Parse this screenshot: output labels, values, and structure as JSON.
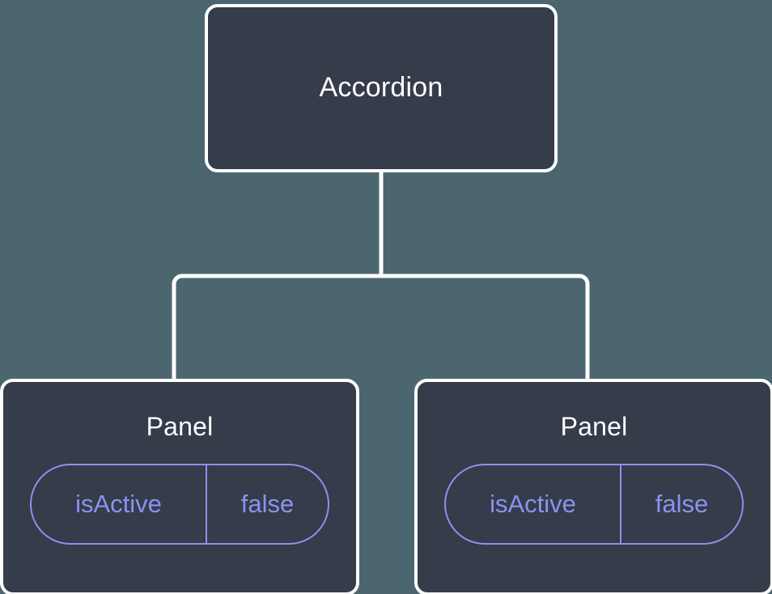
{
  "diagram": {
    "type": "component-tree",
    "background_color": "#4c6670",
    "node_fill_color": "#353c4a",
    "node_border_color": "#ffffff",
    "edge_color": "#ffffff",
    "state_accent_color": "#8f90ef",
    "root": {
      "label": "Accordion"
    },
    "children": [
      {
        "label": "Panel",
        "state": {
          "key": "isActive",
          "value": "false"
        }
      },
      {
        "label": "Panel",
        "state": {
          "key": "isActive",
          "value": "false"
        }
      }
    ]
  }
}
